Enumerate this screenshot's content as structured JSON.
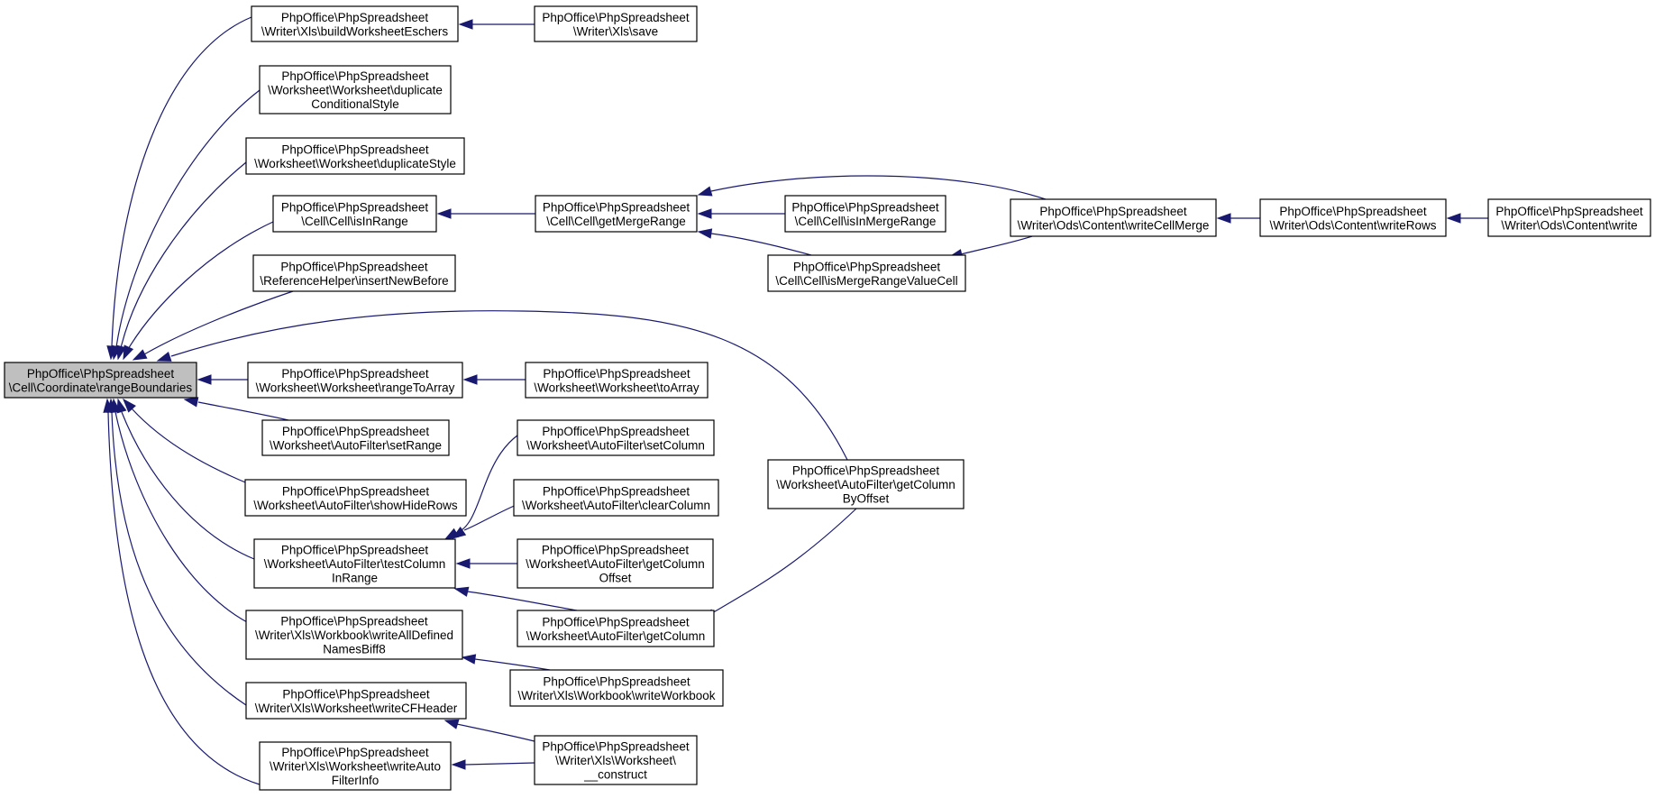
{
  "colors": {
    "edge": "#191970",
    "root_fill": "#bfbfbf",
    "node_fill": "#ffffff",
    "node_border": "#000000"
  },
  "root": {
    "id": "rangeBoundaries",
    "lines": [
      "PhpOffice\\PhpSpreadsheet",
      "\\Cell\\Coordinate\\rangeBoundaries"
    ]
  },
  "nodes": [
    {
      "id": "buildWorksheetEschers",
      "lines": [
        "PhpOffice\\PhpSpreadsheet",
        "\\Writer\\Xls\\buildWorksheetEschers"
      ]
    },
    {
      "id": "xlsSave",
      "lines": [
        "PhpOffice\\PhpSpreadsheet",
        "\\Writer\\Xls\\save"
      ]
    },
    {
      "id": "duplicateConditionalStyle",
      "lines": [
        "PhpOffice\\PhpSpreadsheet",
        "\\Worksheet\\Worksheet\\duplicate",
        "ConditionalStyle"
      ]
    },
    {
      "id": "duplicateStyle",
      "lines": [
        "PhpOffice\\PhpSpreadsheet",
        "\\Worksheet\\Worksheet\\duplicateStyle"
      ]
    },
    {
      "id": "isInRange",
      "lines": [
        "PhpOffice\\PhpSpreadsheet",
        "\\Cell\\Cell\\isInRange"
      ]
    },
    {
      "id": "getMergeRange",
      "lines": [
        "PhpOffice\\PhpSpreadsheet",
        "\\Cell\\Cell\\getMergeRange"
      ]
    },
    {
      "id": "isInMergeRange",
      "lines": [
        "PhpOffice\\PhpSpreadsheet",
        "\\Cell\\Cell\\isInMergeRange"
      ]
    },
    {
      "id": "isMergeRangeValueCell",
      "lines": [
        "PhpOffice\\PhpSpreadsheet",
        "\\Cell\\Cell\\isMergeRangeValueCell"
      ]
    },
    {
      "id": "writeCellMerge",
      "lines": [
        "PhpOffice\\PhpSpreadsheet",
        "\\Writer\\Ods\\Content\\writeCellMerge"
      ]
    },
    {
      "id": "writeRows",
      "lines": [
        "PhpOffice\\PhpSpreadsheet",
        "\\Writer\\Ods\\Content\\writeRows"
      ]
    },
    {
      "id": "odsWrite",
      "lines": [
        "PhpOffice\\PhpSpreadsheet",
        "\\Writer\\Ods\\Content\\write"
      ]
    },
    {
      "id": "insertNewBefore",
      "lines": [
        "PhpOffice\\PhpSpreadsheet",
        "\\ReferenceHelper\\insertNewBefore"
      ]
    },
    {
      "id": "rangeToArray",
      "lines": [
        "PhpOffice\\PhpSpreadsheet",
        "\\Worksheet\\Worksheet\\rangeToArray"
      ]
    },
    {
      "id": "toArray",
      "lines": [
        "PhpOffice\\PhpSpreadsheet",
        "\\Worksheet\\Worksheet\\toArray"
      ]
    },
    {
      "id": "setRange",
      "lines": [
        "PhpOffice\\PhpSpreadsheet",
        "\\Worksheet\\AutoFilter\\setRange"
      ]
    },
    {
      "id": "showHideRows",
      "lines": [
        "PhpOffice\\PhpSpreadsheet",
        "\\Worksheet\\AutoFilter\\showHideRows"
      ]
    },
    {
      "id": "setColumn",
      "lines": [
        "PhpOffice\\PhpSpreadsheet",
        "\\Worksheet\\AutoFilter\\setColumn"
      ]
    },
    {
      "id": "clearColumn",
      "lines": [
        "PhpOffice\\PhpSpreadsheet",
        "\\Worksheet\\AutoFilter\\clearColumn"
      ]
    },
    {
      "id": "getColumnByOffset",
      "lines": [
        "PhpOffice\\PhpSpreadsheet",
        "\\Worksheet\\AutoFilter\\getColumn",
        "ByOffset"
      ]
    },
    {
      "id": "testColumnInRange",
      "lines": [
        "PhpOffice\\PhpSpreadsheet",
        "\\Worksheet\\AutoFilter\\testColumn",
        "InRange"
      ]
    },
    {
      "id": "getColumnOffset",
      "lines": [
        "PhpOffice\\PhpSpreadsheet",
        "\\Worksheet\\AutoFilter\\getColumn",
        "Offset"
      ]
    },
    {
      "id": "getColumn",
      "lines": [
        "PhpOffice\\PhpSpreadsheet",
        "\\Worksheet\\AutoFilter\\getColumn"
      ]
    },
    {
      "id": "writeAllDefinedNamesBiff8",
      "lines": [
        "PhpOffice\\PhpSpreadsheet",
        "\\Writer\\Xls\\Workbook\\writeAllDefined",
        "NamesBiff8"
      ]
    },
    {
      "id": "writeWorkbook",
      "lines": [
        "PhpOffice\\PhpSpreadsheet",
        "\\Writer\\Xls\\Workbook\\writeWorkbook"
      ]
    },
    {
      "id": "writeCFHeader",
      "lines": [
        "PhpOffice\\PhpSpreadsheet",
        "\\Writer\\Xls\\Worksheet\\writeCFHeader"
      ]
    },
    {
      "id": "xlsWorksheetConstruct",
      "lines": [
        "PhpOffice\\PhpSpreadsheet",
        "\\Writer\\Xls\\Worksheet\\",
        "__construct"
      ]
    },
    {
      "id": "writeAutoFilterInfo",
      "lines": [
        "PhpOffice\\PhpSpreadsheet",
        "\\Writer\\Xls\\Worksheet\\writeAuto",
        "FilterInfo"
      ]
    }
  ],
  "edges": [
    {
      "from": "buildWorksheetEschers",
      "to": "rangeBoundaries"
    },
    {
      "from": "xlsSave",
      "to": "buildWorksheetEschers"
    },
    {
      "from": "duplicateConditionalStyle",
      "to": "rangeBoundaries"
    },
    {
      "from": "duplicateStyle",
      "to": "rangeBoundaries"
    },
    {
      "from": "isInRange",
      "to": "rangeBoundaries"
    },
    {
      "from": "getMergeRange",
      "to": "isInRange"
    },
    {
      "from": "writeCellMerge",
      "to": "getMergeRange"
    },
    {
      "from": "isInMergeRange",
      "to": "getMergeRange"
    },
    {
      "from": "isMergeRangeValueCell",
      "to": "getMergeRange"
    },
    {
      "from": "writeCellMerge",
      "to": "isMergeRangeValueCell"
    },
    {
      "from": "writeRows",
      "to": "writeCellMerge"
    },
    {
      "from": "odsWrite",
      "to": "writeRows"
    },
    {
      "from": "insertNewBefore",
      "to": "rangeBoundaries"
    },
    {
      "from": "getColumnByOffset",
      "to": "rangeBoundaries"
    },
    {
      "from": "rangeToArray",
      "to": "rangeBoundaries"
    },
    {
      "from": "toArray",
      "to": "rangeToArray"
    },
    {
      "from": "setRange",
      "to": "rangeBoundaries"
    },
    {
      "from": "showHideRows",
      "to": "rangeBoundaries"
    },
    {
      "from": "testColumnInRange",
      "to": "rangeBoundaries"
    },
    {
      "from": "setColumn",
      "to": "testColumnInRange"
    },
    {
      "from": "clearColumn",
      "to": "testColumnInRange"
    },
    {
      "from": "getColumnOffset",
      "to": "testColumnInRange"
    },
    {
      "from": "getColumn",
      "to": "testColumnInRange"
    },
    {
      "from": "getColumnByOffset",
      "to": "getColumn"
    },
    {
      "from": "writeAllDefinedNamesBiff8",
      "to": "rangeBoundaries"
    },
    {
      "from": "writeWorkbook",
      "to": "writeAllDefinedNamesBiff8"
    },
    {
      "from": "writeCFHeader",
      "to": "rangeBoundaries"
    },
    {
      "from": "xlsWorksheetConstruct",
      "to": "writeCFHeader"
    },
    {
      "from": "writeAutoFilterInfo",
      "to": "rangeBoundaries"
    },
    {
      "from": "xlsWorksheetConstruct",
      "to": "writeAutoFilterInfo"
    }
  ]
}
